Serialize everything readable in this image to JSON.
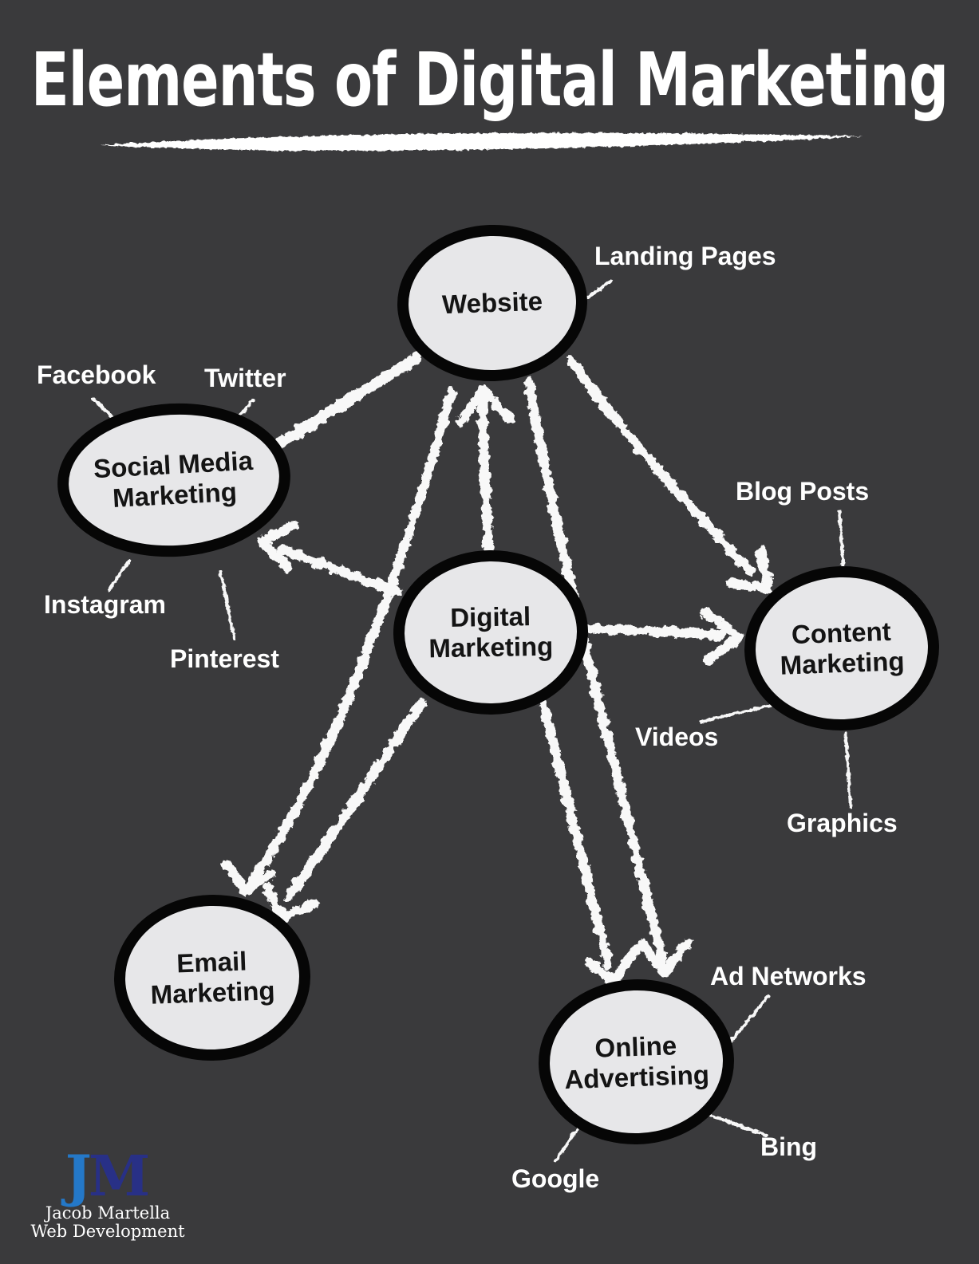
{
  "title": "Elements of Digital Marketing",
  "nodes": [
    {
      "id": "website",
      "label": "Website"
    },
    {
      "id": "social-media-marketing",
      "label": "Social Media\nMarketing"
    },
    {
      "id": "digital-marketing",
      "label": "Digital\nMarketing"
    },
    {
      "id": "content-marketing",
      "label": "Content\nMarketing"
    },
    {
      "id": "email-marketing",
      "label": "Email\nMarketing"
    },
    {
      "id": "online-advertising",
      "label": "Online\nAdvertising"
    }
  ],
  "satellites": [
    {
      "label": "Landing Pages",
      "node": "website"
    },
    {
      "label": "Facebook",
      "node": "social-media-marketing"
    },
    {
      "label": "Twitter",
      "node": "social-media-marketing"
    },
    {
      "label": "Instagram",
      "node": "social-media-marketing"
    },
    {
      "label": "Pinterest",
      "node": "social-media-marketing"
    },
    {
      "label": "Blog Posts",
      "node": "content-marketing"
    },
    {
      "label": "Videos",
      "node": "content-marketing"
    },
    {
      "label": "Graphics",
      "node": "content-marketing"
    },
    {
      "label": "Ad Networks",
      "node": "online-advertising"
    },
    {
      "label": "Bing",
      "node": "online-advertising"
    },
    {
      "label": "Google",
      "node": "online-advertising"
    }
  ],
  "connections": [
    {
      "from": "digital-marketing",
      "to": "website",
      "arrowhead": true
    },
    {
      "from": "digital-marketing",
      "to": "social-media-marketing",
      "arrowhead": true
    },
    {
      "from": "digital-marketing",
      "to": "content-marketing",
      "arrowhead": true
    },
    {
      "from": "digital-marketing",
      "to": "email-marketing",
      "arrowhead": true
    },
    {
      "from": "digital-marketing",
      "to": "online-advertising",
      "arrowhead": true
    },
    {
      "from": "website",
      "to": "social-media-marketing",
      "arrowhead": false
    },
    {
      "from": "website",
      "to": "email-marketing",
      "arrowhead": true
    },
    {
      "from": "website",
      "to": "online-advertising",
      "arrowhead": true
    },
    {
      "from": "website",
      "to": "content-marketing",
      "arrowhead": true
    }
  ],
  "logo": {
    "monogram_j": "J",
    "monogram_m": "M",
    "name_line1": "Jacob Martella",
    "name_line2": "Web Development"
  },
  "colors": {
    "background": "#3a3a3c",
    "node_fill": "#e7e7e9",
    "node_border": "#060606",
    "node_text": "#141414",
    "label_text": "#ffffff",
    "stroke": "#ffffff",
    "logo_j": "#2478c8",
    "logo_m": "#283086"
  }
}
